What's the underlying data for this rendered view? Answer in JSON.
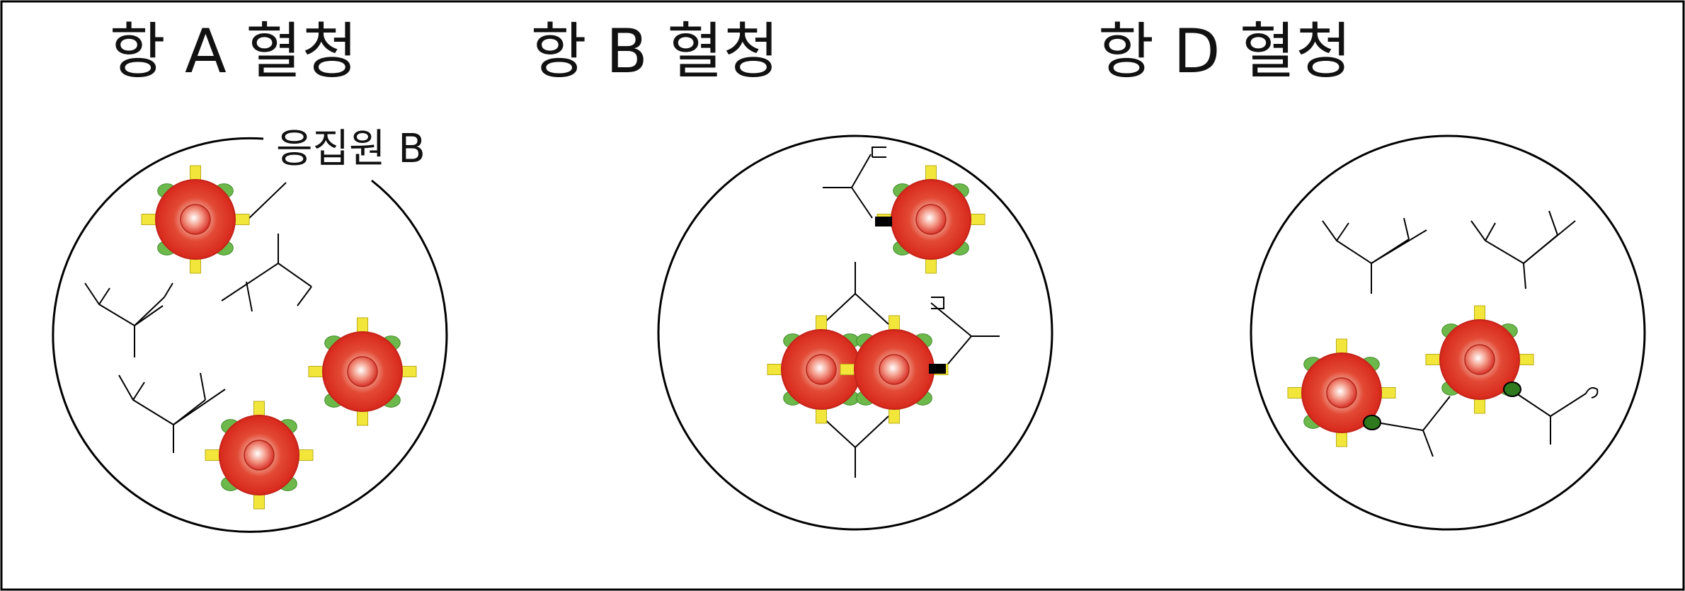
{
  "panels": [
    {
      "title": "항 A 혈청"
    },
    {
      "title": "항 B 혈청"
    },
    {
      "title": "항 D 혈청"
    }
  ],
  "callout": {
    "label": "응집원 B"
  },
  "colors": {
    "cell": "#e03a2a",
    "cell_core": "#f7c3b4",
    "antigen_b": "#f3e63a",
    "antigen_d": "#6cb84a",
    "outline": "#000000"
  }
}
